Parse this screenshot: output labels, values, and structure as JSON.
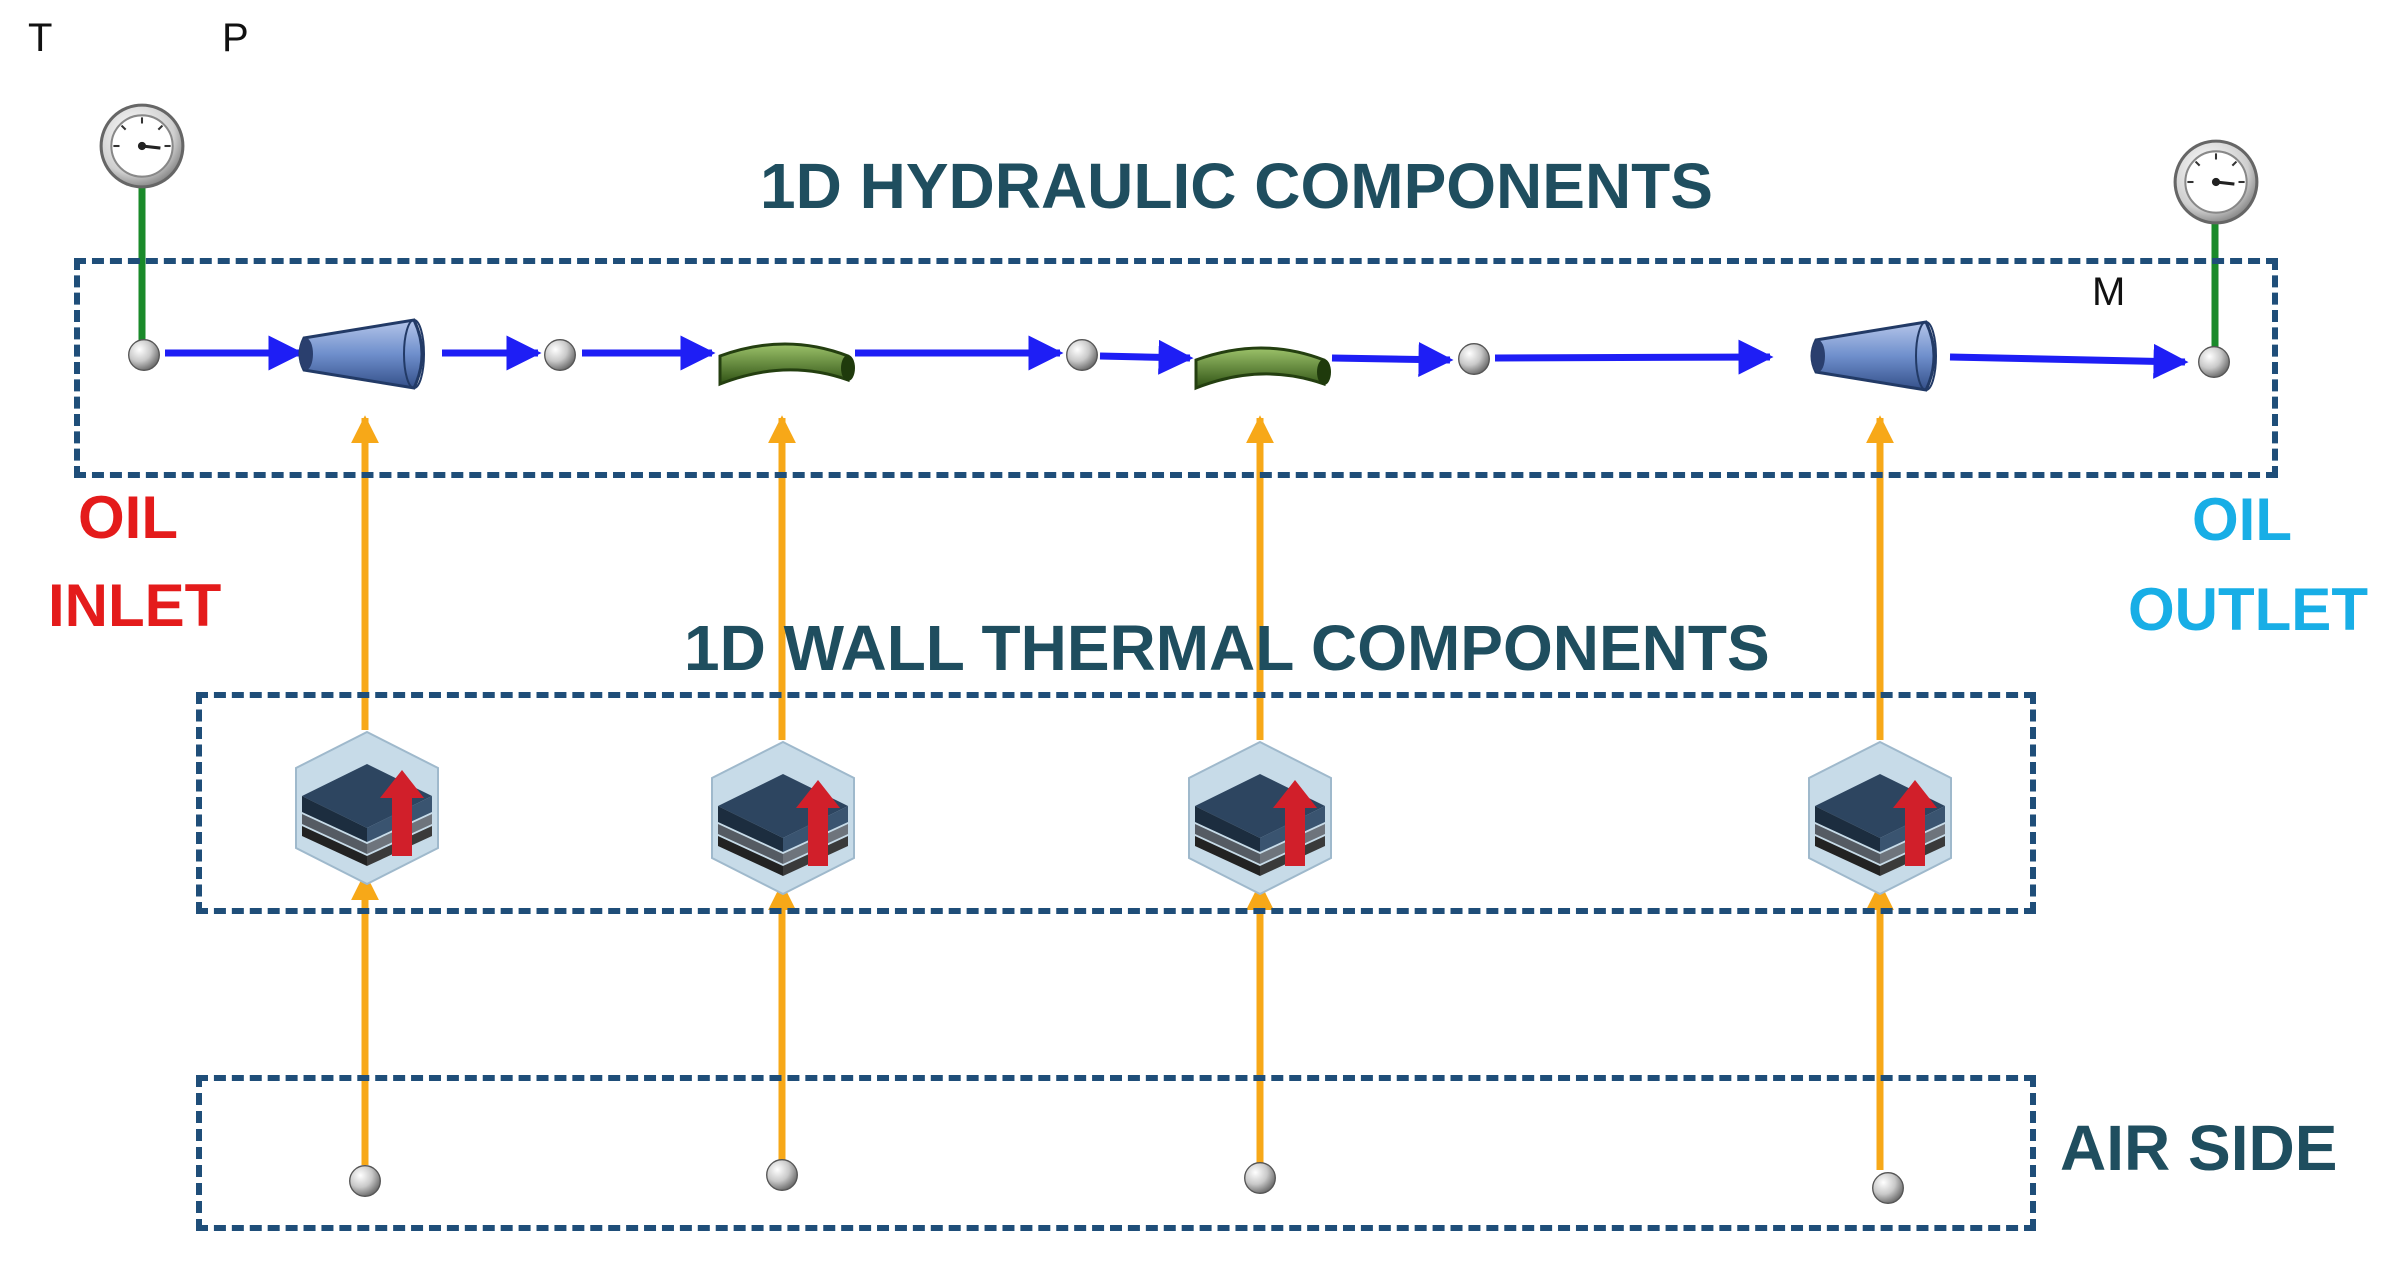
{
  "labels": {
    "t": "T",
    "p": "P",
    "m": "M",
    "hydraulic_title": "1D HYDRAULIC COMPONENTS",
    "wall_title": "1D WALL THERMAL COMPONENTS",
    "air_side": "AIR SIDE",
    "oil_inlet_line1": "OIL",
    "oil_inlet_line2": "INLET",
    "oil_outlet_line1": "OIL",
    "oil_outlet_line2": "OUTLET"
  },
  "colors": {
    "title_text": "#1f4e5f",
    "dashed_box": "#1f4e79",
    "inlet_text": "#e41b1b",
    "outlet_text": "#18aee6",
    "flow_arrow": "#1e1ef5",
    "heat_arrow": "#f7a818",
    "gauge_stem": "#1a8a2a",
    "cone": "#6f8fcc",
    "bend": "#4c7a24",
    "wall_arrow": "#d11f2a"
  },
  "icons": {
    "gauge": "pressure-gauge-icon",
    "node": "node-sphere-icon",
    "cone": "conical-pipe-icon",
    "bend": "pipe-bend-icon",
    "wall": "thermal-wall-icon"
  }
}
